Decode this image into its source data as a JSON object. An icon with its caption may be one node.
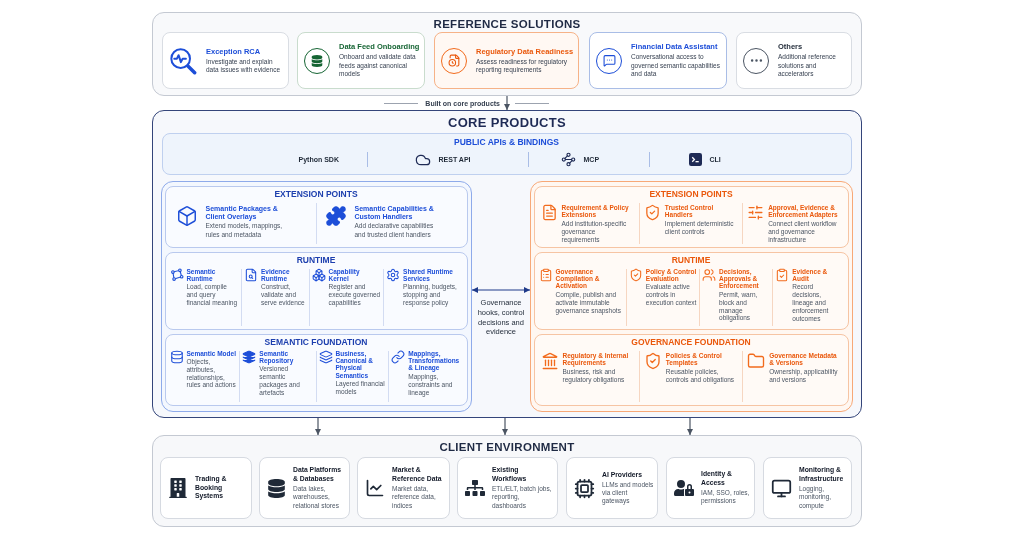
{
  "diagram": {
    "nodes": [
      {
        "text": [
          "REFERENCE SOLUTIONS"
        ]
      },
      {
        "text": [
          "Exception RCA",
          "Investigate and explain data issues with evidence"
        ],
        "in": 0
      },
      {
        "text": [
          "Data Feed Onboarding",
          "Onboard and validate data feeds against canonical models"
        ],
        "in": 0
      },
      {
        "text": [
          "Regulatory Data Readiness",
          "Assess readiness for regulatory reporting requirements"
        ],
        "in": 0
      },
      {
        "text": [
          "Financial Data Assistant",
          "Conversational access to governed semantic capabilities and data"
        ],
        "in": 0
      },
      {
        "text": [
          "Others",
          "Additional reference solutions and accelerators"
        ],
        "in": 0
      },
      {
        "text": [
          "CORE PRODUCTS"
        ]
      },
      {
        "text": [
          "PUBLIC APIs & BINDINGS",
          "Python SDK",
          "REST API",
          "MCP",
          "CLI"
        ],
        "in": 6
      },
      {
        "text": [],
        "shape": "box",
        "in": 6
      },
      {
        "text": [
          "EXTENSION POINTS",
          "Semantic Packages & Client Overlays",
          "Extend models, mappings, rules and metadata",
          "Semantic Capabilities & Custom Handlers",
          "Add declarative capabilities and trusted client handlers"
        ],
        "in": 8
      },
      {
        "text": [
          "RUNTIME",
          "Semantic Runtime",
          "Load, compile and query financial meaning",
          "Evidence Runtime",
          "Construct, validate and serve evidence",
          "Capability Kernel",
          "Register and execute governed capabilities",
          "Shared Runtime Services",
          "Planning, budgets, stopping and response policy"
        ],
        "in": 8
      },
      {
        "text": [
          "SEMANTIC FOUNDATION",
          "Semantic Model",
          "Objects, attributes, relationships, rules and actions",
          "Semantic Repository",
          "Versioned semantic packages and artefacts",
          "Business, Canonical & Physical Semantics",
          "Layered financial models",
          "Mappings, Transformations & Lineage",
          "Mappings, constraints and lineage"
        ],
        "in": 8
      },
      {
        "text": [],
        "shape": "box",
        "in": 6
      },
      {
        "text": [
          "EXTENSION POINTS",
          "Requirement & Policy Extensions",
          "Add institution-specific governance requirements",
          "Trusted Control Handlers",
          "Implement deterministic client controls",
          "Approval, Evidence & Enforcement Adapters",
          "Connect client workflow and governance infrastructure"
        ],
        "in": 12
      },
      {
        "text": [
          "RUNTIME",
          "Governance Compilation & Activation",
          "Compile, publish and activate immutable governance snapshots",
          "Policy & Control Evaluation",
          "Evaluate active controls in execution context",
          "Decisions, Approvals & Enforcement",
          "Permit, warn, block and manage obligations",
          "Evidence & Audit",
          "Record decisions, lineage and enforcement outcomes"
        ],
        "in": 12
      },
      {
        "text": [
          "GOVERNANCE FOUNDATION",
          "Regulatory & Internal Requirements",
          "Business, risk and regulatory obligations",
          "Policies & Control Templates",
          "Reusable policies, controls and obligations",
          "Governance Metadata & Versions",
          "Ownership, applicability and versions"
        ],
        "in": 12
      },
      {
        "text": [
          "CLIENT ENVIRONMENT"
        ]
      },
      {
        "text": [
          "Trading & Booking Systems"
        ],
        "in": 16
      },
      {
        "text": [
          "Data Platforms & Databases",
          "Data lakes, warehouses, relational stores"
        ],
        "in": 16
      },
      {
        "text": [
          "Market & Reference Data",
          "Market data, reference data, indices"
        ],
        "in": 16
      },
      {
        "text": [
          "Existing Workflows",
          "ETL/ELT, batch jobs, reporting, dashboards"
        ],
        "in": 16
      },
      {
        "text": [
          "AI Providers",
          "LLMs and models via client gateways"
        ],
        "in": 16
      },
      {
        "text": [
          "Identity & Access",
          "IAM, SSO, roles, permissions"
        ],
        "in": 16
      },
      {
        "text": [
          "Monitoring & Infrastructure",
          "Logging, monitoring, compute"
        ],
        "in": 16
      }
    ],
    "edges": [
      {
        "from": 0,
        "to": 6,
        "arrow": "to",
        "label": "Built on core products"
      },
      {
        "from": 8,
        "to": 12,
        "arrow": "both",
        "label": "Governance hooks, control decisions and evidence",
        "color": "#1e3a8a"
      },
      {
        "from": 6,
        "to": 16,
        "arrow": "to"
      },
      {
        "from": 6,
        "to": 16,
        "arrow": "to"
      },
      {
        "from": 6,
        "to": 16,
        "arrow": "to"
      }
    ]
  }
}
